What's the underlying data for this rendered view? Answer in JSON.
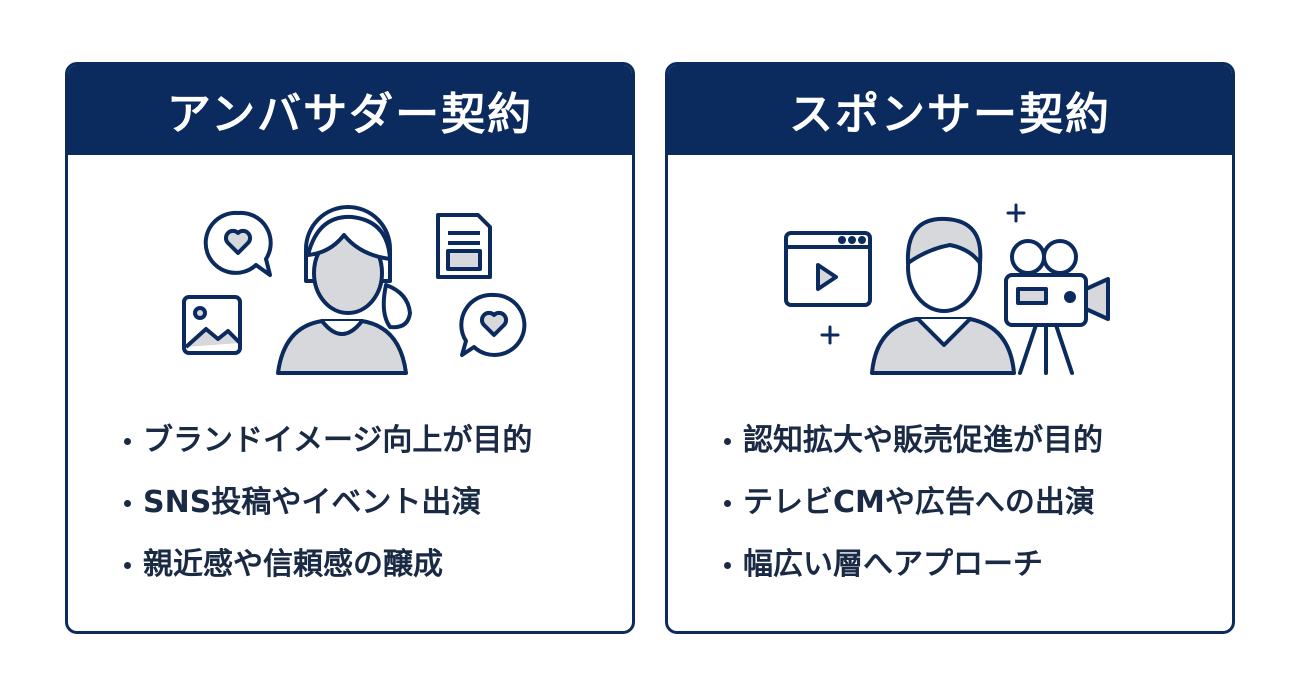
{
  "colors": {
    "navy": "#0b2a5e",
    "light_gray": "#d7d8dc",
    "text": "#1a2a44"
  },
  "cards": [
    {
      "title": "アンバサダー契約",
      "illustration_icons": [
        "woman-avatar-icon",
        "heart-speech-bubble-icon",
        "image-icon",
        "document-icon"
      ],
      "bullets": [
        "ブランドイメージ向上が目的",
        "SNS投稿やイベント出演",
        "親近感や信頼感の醸成"
      ]
    },
    {
      "title": "スポンサー契約",
      "illustration_icons": [
        "man-avatar-icon",
        "video-player-icon",
        "movie-camera-icon",
        "sparkle-icon"
      ],
      "bullets": [
        "認知拡大や販売促進が目的",
        "テレビCMや広告への出演",
        "幅広い層へアプローチ"
      ]
    }
  ]
}
